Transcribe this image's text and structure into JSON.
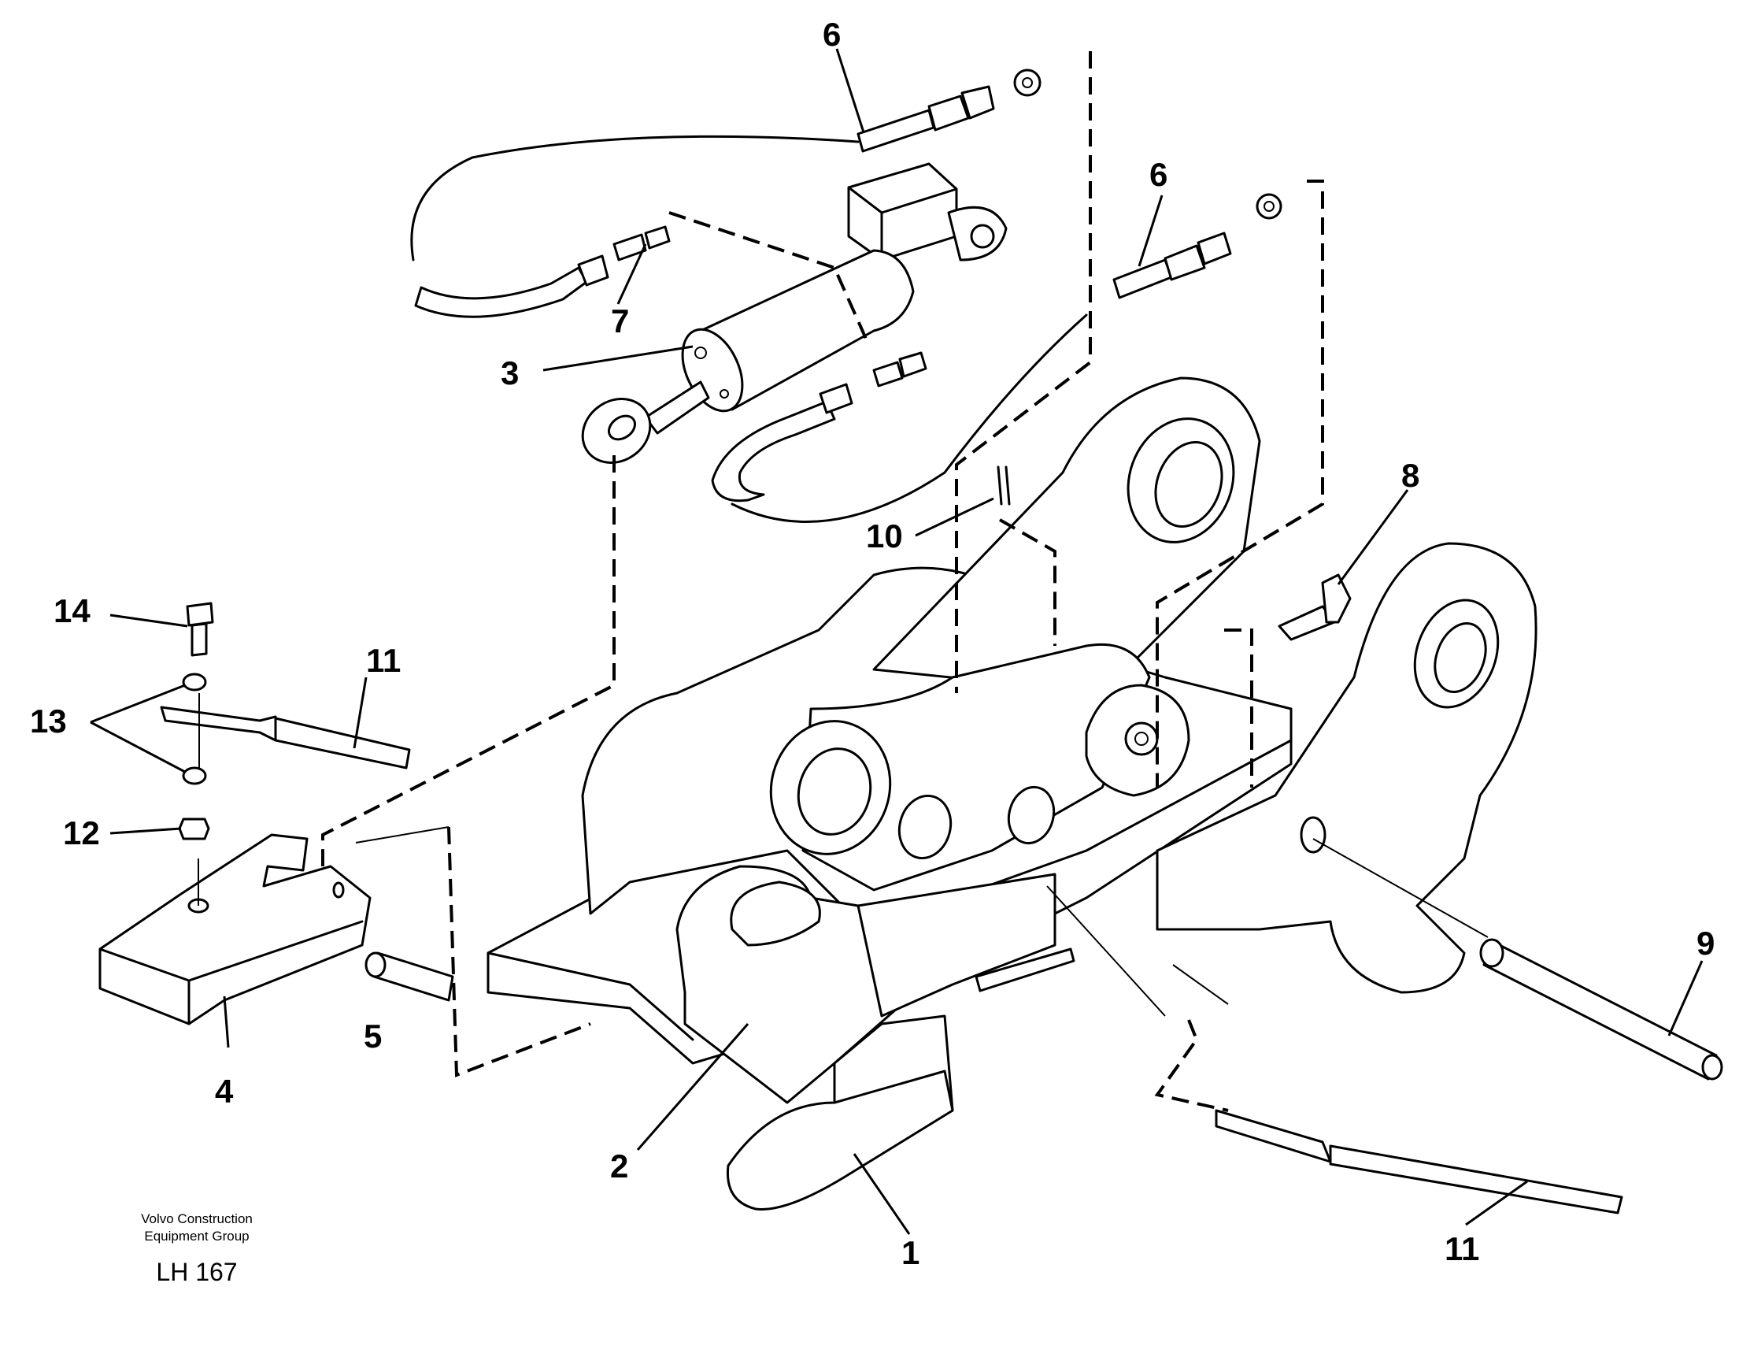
{
  "callouts": [
    "6",
    "6",
    "7",
    "3",
    "10",
    "8",
    "14",
    "11",
    "13",
    "12",
    "5",
    "4",
    "2",
    "1",
    "9",
    "11"
  ],
  "footer": {
    "company_line1": "Volvo Construction",
    "company_line2": "Equipment Group",
    "drawing_code": "LH 167"
  }
}
